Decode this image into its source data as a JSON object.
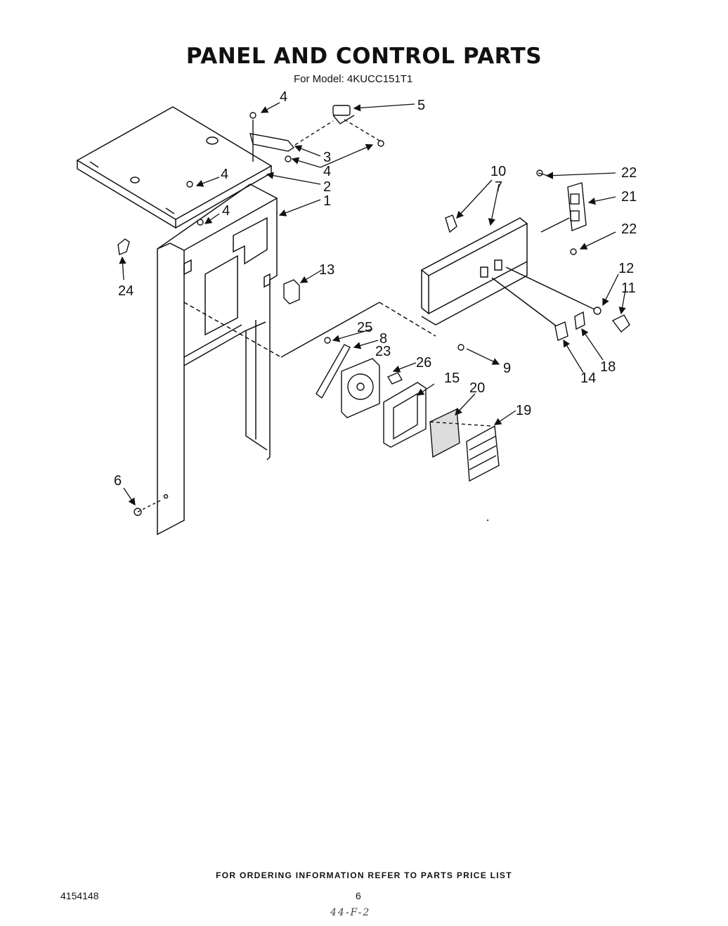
{
  "header": {
    "title": "PANEL AND CONTROL PARTS",
    "model_line": "For Model: 4KUCC151T1"
  },
  "diagram": {
    "callouts": [
      "1",
      "2",
      "3",
      "4",
      "4",
      "4",
      "4",
      "5",
      "6",
      "7",
      "8",
      "9",
      "10",
      "11",
      "12",
      "13",
      "14",
      "15",
      "18",
      "19",
      "20",
      "21",
      "22",
      "22",
      "23",
      "24",
      "25",
      "26"
    ]
  },
  "footer": {
    "ordering_note": "FOR ORDERING INFORMATION REFER TO PARTS PRICE LIST",
    "document_number": "4154148",
    "page_number": "6",
    "handwritten_mark": "44-F-2"
  }
}
